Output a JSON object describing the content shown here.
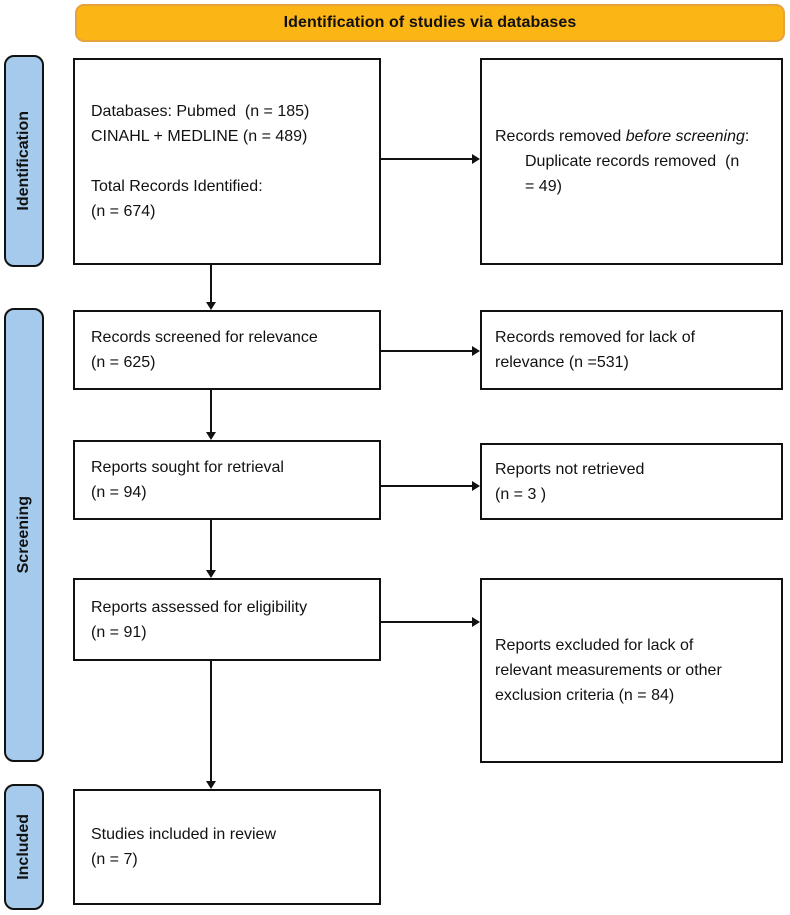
{
  "banner": {
    "title": "Identification of studies via databases"
  },
  "stages": [
    {
      "label": "Identification"
    },
    {
      "label": "Screening"
    },
    {
      "label": "Included"
    }
  ],
  "boxes": {
    "databases": {
      "lines": [
        "Databases: Pubmed  (n = 185)",
        "CINAHL + MEDLINE (n = 489)",
        "",
        "Total Records Identified:",
        "(n = 674)"
      ]
    },
    "removed_before_screening": {
      "prefix": "Records removed ",
      "italic": "before screening",
      "suffix": ":",
      "indented_lines": [
        "Duplicate records removed  (n",
        "= 49)"
      ]
    },
    "screened": {
      "lines": [
        "Records screened for relevance",
        "(n = 625)"
      ]
    },
    "removed_relevance": {
      "lines": [
        "Records removed for lack of",
        "relevance (n =531)"
      ]
    },
    "sought": {
      "lines": [
        "Reports sought for retrieval",
        "(n = 94)"
      ]
    },
    "not_retrieved": {
      "lines": [
        "Reports not retrieved",
        "(n = 3 )"
      ]
    },
    "assessed": {
      "lines": [
        "Reports assessed for eligibility",
        "(n = 91)"
      ]
    },
    "excluded": {
      "lines": [
        "Reports excluded for lack of",
        "relevant measurements or other",
        "exclusion criteria (n = 84)"
      ]
    },
    "included": {
      "lines": [
        "Studies included in review",
        "(n = 7)"
      ]
    }
  },
  "colors": {
    "banner_fill": "#FBB515",
    "banner_border": "#E5A33C",
    "stage_fill": "#A6CAEB",
    "line_color": "#111111"
  }
}
